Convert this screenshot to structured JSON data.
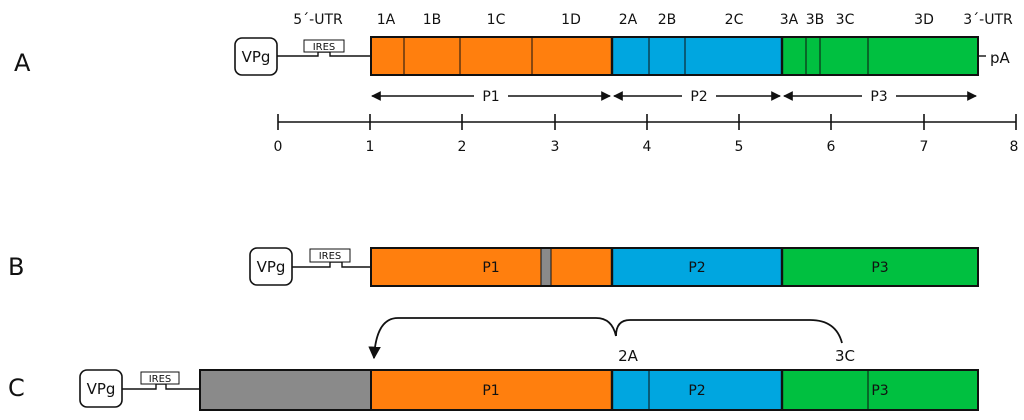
{
  "colors": {
    "p1": "#ff7f0e",
    "p2": "#00a6e0",
    "p3": "#00c040",
    "grey": "#8a8a8a",
    "line": "#111111"
  },
  "panel_a": {
    "letter": "A",
    "vpg": "VPg",
    "ires": "IRES",
    "utr5": "5´-UTR",
    "utr3": "3´-UTR",
    "polya": "pA",
    "segments": [
      "1A",
      "1B",
      "1C",
      "1D",
      "2A",
      "2B",
      "2C",
      "3A",
      "3B",
      "3C",
      "3D"
    ],
    "regions": [
      "P1",
      "P2",
      "P3"
    ],
    "scale_ticks": [
      "0",
      "1",
      "2",
      "3",
      "4",
      "5",
      "6",
      "7",
      "8"
    ]
  },
  "panel_b": {
    "letter": "B",
    "vpg": "VPg",
    "ires": "IRES",
    "regions": [
      "P1",
      "P2",
      "P3"
    ]
  },
  "panel_c": {
    "letter": "C",
    "vpg": "VPg",
    "ires": "IRES",
    "regions": [
      "P1",
      "P2",
      "P3"
    ],
    "site_2a": "2A",
    "site_3c": "3C"
  }
}
